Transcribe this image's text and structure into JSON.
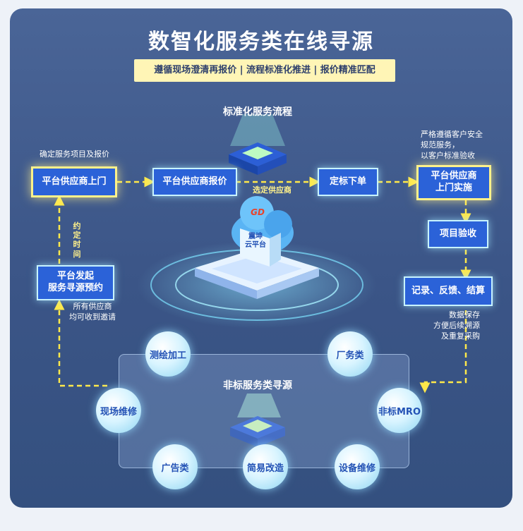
{
  "header": {
    "title": "数智化服务类在线寻源",
    "subtitle": "遵循现场澄清再报价 | 流程标准化推进 | 报价精准匹配"
  },
  "standard_flow": {
    "heading": "标准化服务流程",
    "note_confirm": "确定服务项目及报价",
    "note_strict": "严格遵循客户安全\n规范服务，\n以客户标准验收",
    "note_notify": "所有供应商\n均可收到邀请",
    "note_data": "数据保存\n方便后续溯源\n及重复采购",
    "vertical_label": "约定时间",
    "arrow_label": "选定供应商",
    "boxes": {
      "door": "平台供应商上门",
      "quote": "平台供应商报价",
      "award": "定标下单",
      "implement": "平台供应商\n上门实施",
      "accept": "项目验收",
      "record": "记录、反馈、结算",
      "launch": "平台发起\n服务寻源预约"
    }
  },
  "platform": {
    "logo_text": "GD",
    "label": "震坤\n云平台"
  },
  "nonstandard": {
    "heading": "非标服务类寻源",
    "items": [
      "测绘加工",
      "厂务类",
      "非标MRO",
      "设备维修",
      "简易改造",
      "广告类",
      "现场维修"
    ]
  },
  "colors": {
    "background": "#4a6597",
    "box_fill": "#2b62d8",
    "highlight_border": "#fff18a",
    "dash_line": "#ffe94a",
    "circle_text": "#2352b5"
  }
}
